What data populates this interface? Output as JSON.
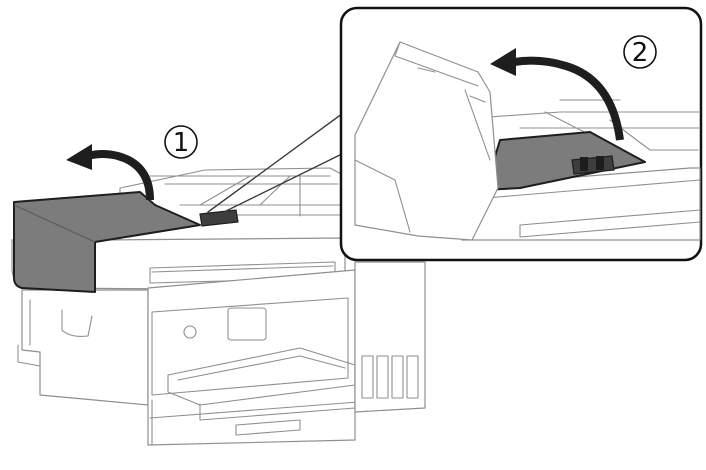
{
  "steps": {
    "one": "1",
    "two": "2"
  },
  "colors": {
    "cover": "#7c7c7c",
    "outline": "#1e1e1e",
    "arrow": "#1e1e1e",
    "body_line": "#8f8f8f"
  },
  "icons": {
    "arrow_one": "curved-arrow-left",
    "arrow_two": "curved-arrow-left"
  }
}
